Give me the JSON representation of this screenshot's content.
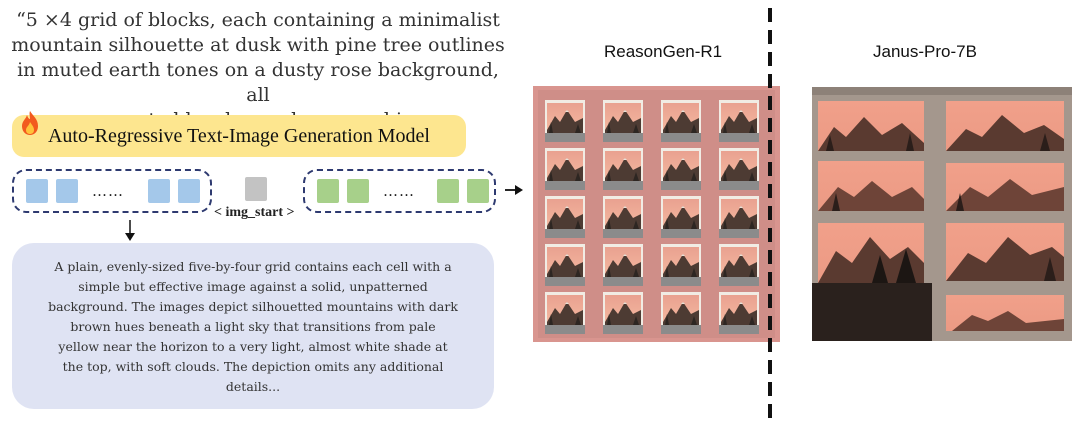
{
  "prompt": {
    "lines": [
      "“5 ×4 grid of blocks, each containing a minimalist",
      "mountain silhouette at dusk with pine tree outlines",
      "in muted earth tones on a dusty rose background, all",
      "separated by charcoal-gray sashing."
    ]
  },
  "model": {
    "label": "Auto-Regressive Text-Image Generation Model",
    "flame_icon": "flame-icon"
  },
  "tokens": {
    "ellipsis_left": "……",
    "ellipsis_right": "……",
    "img_start_label": "< img_start >",
    "colors": {
      "text_tokens": "#a4c8ea",
      "image_tokens": "#a7d08a",
      "start_token": "#c3c3c3"
    }
  },
  "description": {
    "lines": [
      "A plain, evenly-sized five-by-four grid contains each cell with a",
      "simple but effective image against a solid, unpatterned",
      "background. The images depict silhouetted mountains with dark",
      "brown hues beneath a light sky that transitions from pale",
      "yellow near the horizon to a very light, almost white shade at",
      "the top, with soft clouds. The depiction omits any additional",
      "details..."
    ]
  },
  "results": [
    {
      "title": "ReasonGen-R1"
    },
    {
      "title": "Janus-Pro-7B"
    }
  ]
}
